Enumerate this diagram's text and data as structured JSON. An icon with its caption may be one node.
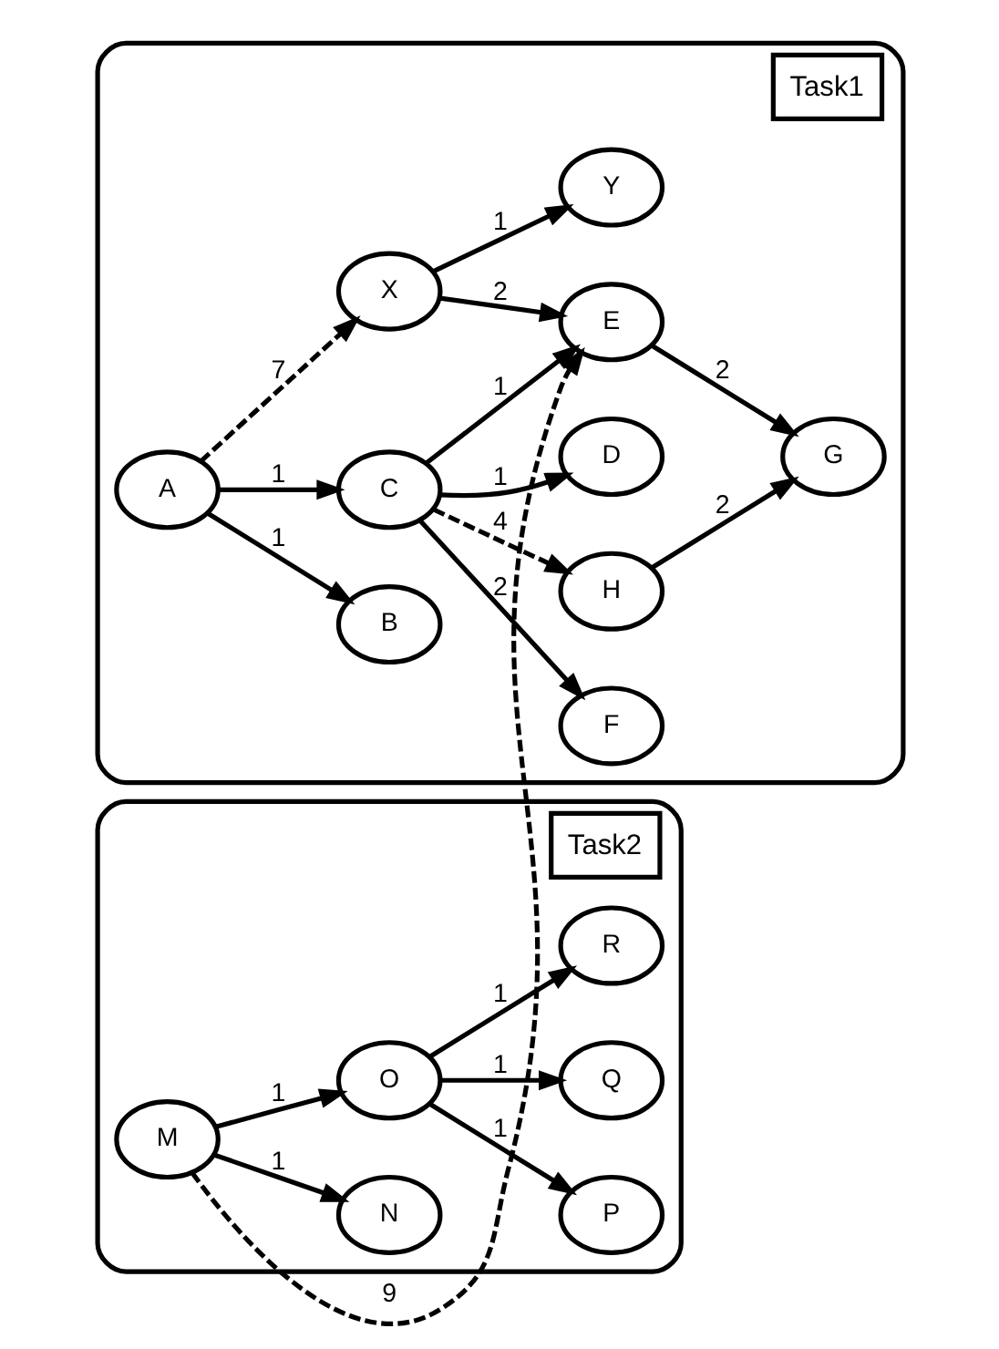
{
  "diagram": {
    "nodes": [
      {
        "text": [
          "Task1"
        ]
      },
      {
        "text": [
          "A"
        ],
        "in": 0
      },
      {
        "text": [
          "B"
        ],
        "in": 0
      },
      {
        "text": [
          "D"
        ],
        "in": 0
      },
      {
        "text": [
          "F"
        ],
        "in": 0
      },
      {
        "text": [
          "C"
        ],
        "in": 0
      },
      {
        "text": [
          "H"
        ],
        "in": 0
      },
      {
        "text": [
          "Y"
        ],
        "in": 0
      },
      {
        "text": [
          "X"
        ],
        "in": 0
      },
      {
        "text": [
          "E"
        ],
        "in": 0
      },
      {
        "text": [
          "G"
        ],
        "in": 0
      },
      {
        "text": [
          "Task2"
        ]
      },
      {
        "text": [
          "N"
        ],
        "in": 11
      },
      {
        "text": [
          "M"
        ],
        "in": 11
      },
      {
        "text": [
          "P"
        ],
        "in": 11
      },
      {
        "text": [
          "O"
        ],
        "in": 11
      },
      {
        "text": [
          "Q"
        ],
        "in": 11
      },
      {
        "text": [
          "R"
        ],
        "in": 11
      }
    ],
    "edges": [
      {
        "from": 1,
        "to": 2,
        "arrow": "to",
        "label": "1"
      },
      {
        "from": 1,
        "to": 5,
        "arrow": "to",
        "label": "1"
      },
      {
        "from": 1,
        "to": 8,
        "arrow": "to",
        "label": "7",
        "style": "dashed"
      },
      {
        "from": 5,
        "to": 3,
        "arrow": "to",
        "label": "1"
      },
      {
        "from": 5,
        "to": 4,
        "arrow": "to",
        "label": "2"
      },
      {
        "from": 5,
        "to": 6,
        "arrow": "to",
        "label": "4",
        "style": "dashed"
      },
      {
        "from": 5,
        "to": 9,
        "arrow": "to",
        "label": "1"
      },
      {
        "from": 8,
        "to": 7,
        "arrow": "to",
        "label": "1"
      },
      {
        "from": 8,
        "to": 9,
        "arrow": "to",
        "label": "2"
      },
      {
        "from": 9,
        "to": 10,
        "arrow": "to",
        "label": "2"
      },
      {
        "from": 6,
        "to": 10,
        "arrow": "to",
        "label": "2"
      },
      {
        "from": 13,
        "to": 9,
        "arrow": "to",
        "label": "9",
        "style": "dashed"
      },
      {
        "from": 13,
        "to": 12,
        "arrow": "to",
        "label": "1"
      },
      {
        "from": 13,
        "to": 15,
        "arrow": "to",
        "label": "1"
      },
      {
        "from": 15,
        "to": 14,
        "arrow": "to",
        "label": "1"
      },
      {
        "from": 15,
        "to": 16,
        "arrow": "to",
        "label": "1"
      },
      {
        "from": 15,
        "to": 17,
        "arrow": "to",
        "label": "1"
      }
    ]
  }
}
